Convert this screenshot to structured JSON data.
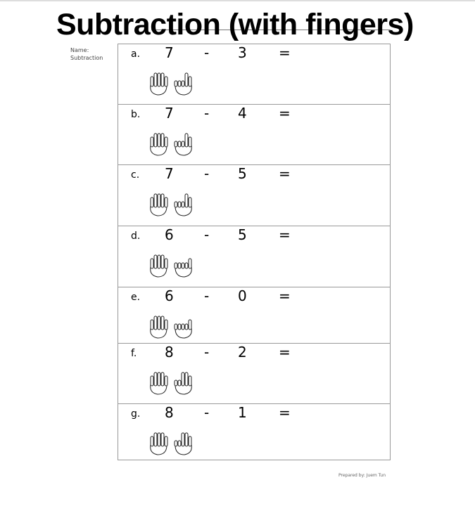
{
  "title": "Subtraction (with fingers)",
  "name_label": "Name:",
  "subtitle": "Subtraction",
  "problems": [
    {
      "letter": "a.",
      "a": "7",
      "op": "-",
      "b": "3",
      "eq": "=",
      "right_fingers": 2
    },
    {
      "letter": "b.",
      "a": "7",
      "op": "-",
      "b": "4",
      "eq": "=",
      "right_fingers": 2
    },
    {
      "letter": "c.",
      "a": "7",
      "op": "-",
      "b": "5",
      "eq": "=",
      "right_fingers": 2
    },
    {
      "letter": "d.",
      "a": "6",
      "op": "-",
      "b": "5",
      "eq": "=",
      "right_fingers": 1
    },
    {
      "letter": "e.",
      "a": "6",
      "op": "-",
      "b": "0",
      "eq": "=",
      "right_fingers": 1
    },
    {
      "letter": "f.",
      "a": "8",
      "op": "-",
      "b": "2",
      "eq": "=",
      "right_fingers": 3
    },
    {
      "letter": "g.",
      "a": "8",
      "op": "-",
      "b": "1",
      "eq": "=",
      "right_fingers": 3
    }
  ],
  "footer": "Prepared by: Juem Tun"
}
